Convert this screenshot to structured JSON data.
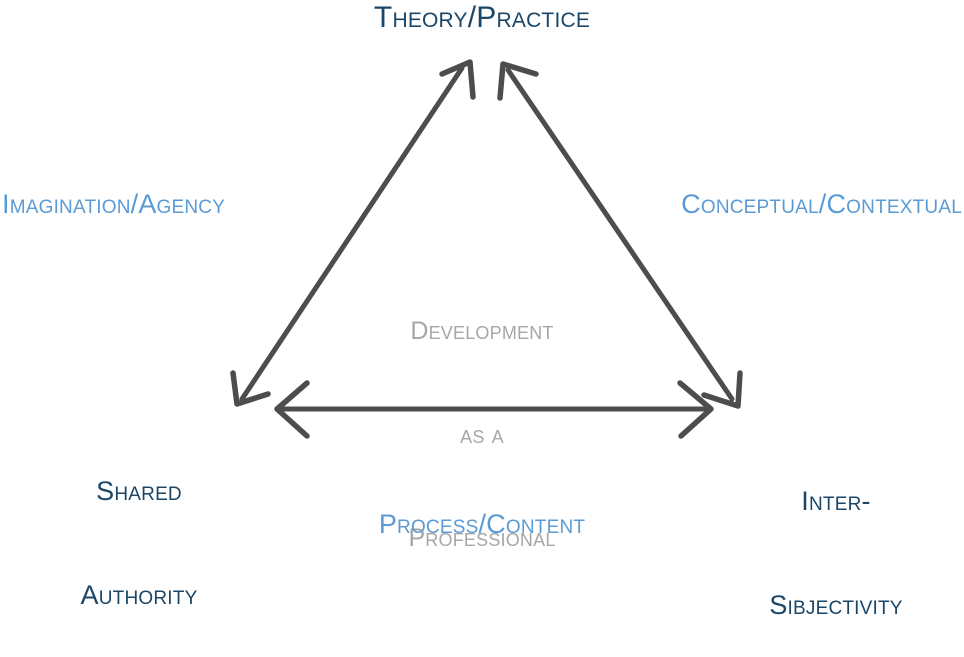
{
  "diagram": {
    "type": "triangle-cycle-diagram",
    "background_color": "#ffffff",
    "stroke_color": "#4d4d4d",
    "colors": {
      "vertex_label": "#1a4668",
      "edge_label": "#5b9bd5",
      "center_label": "#a6a6a6"
    },
    "center": {
      "line1": "Development",
      "line2": "as a",
      "line3": "Professional"
    },
    "vertices": {
      "top": "Theory/Practice",
      "bottom_left_line1": "Shared",
      "bottom_left_line2": "Authority",
      "bottom_right_line1": "Inter-",
      "bottom_right_line2": "Sibjectivity"
    },
    "edges": {
      "left": "Imagination/Agency",
      "right": "Conceptual/Contextual",
      "bottom": "Process/Content"
    }
  }
}
